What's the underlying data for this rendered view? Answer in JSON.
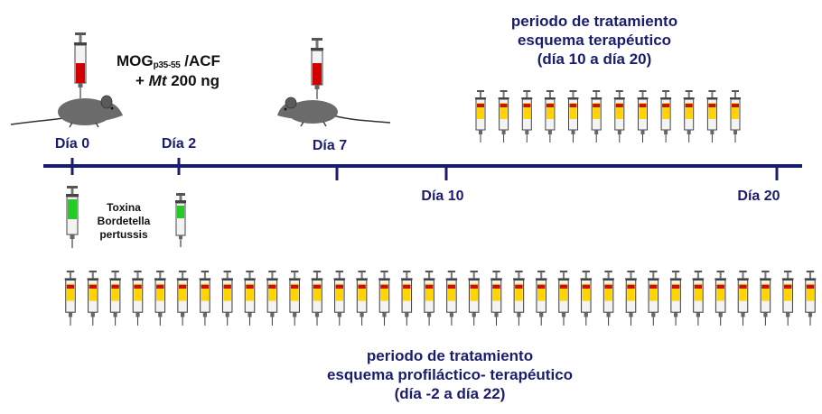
{
  "timeline": {
    "day_labels": [
      {
        "text": "Día 0",
        "above": true
      },
      {
        "text": "Día 2",
        "above": true
      },
      {
        "text": "Día 7",
        "above": true
      },
      {
        "text": "Día 10",
        "above": false
      },
      {
        "text": "Día 20",
        "above": false
      }
    ]
  },
  "immunization": {
    "antigen": "MOG",
    "antigen_sub": "p35-55",
    "adjuvant": " /ACF",
    "plus": "+ ",
    "mt": "Mt",
    "dose": " 200 ng"
  },
  "toxin": {
    "line1": "Toxina",
    "line2": "Bordetella",
    "line3": "pertussis"
  },
  "therapeutic": {
    "line1": "periodo de tratamiento",
    "line2": "esquema terapéutico",
    "line3": "(día 10 a día 20)",
    "syringe_count": 12
  },
  "prophylactic": {
    "line1": "periodo de tratamiento",
    "line2": "esquema profiláctico- terapéutico",
    "line3": "(día -2 a día 22)",
    "syringe_count": 34
  },
  "colors": {
    "axis": "#1a1d6e",
    "text": "#1a1d6e",
    "immunization_fluid": "#d40000",
    "toxin_fluid": "#22cc22",
    "treatment_fluid": "#ffd400",
    "treatment_band": "#c81010",
    "mouse": "#6b6b6b"
  }
}
